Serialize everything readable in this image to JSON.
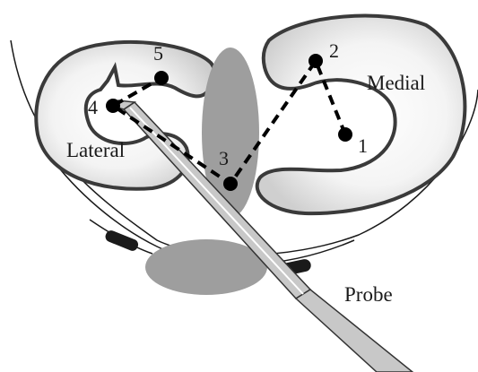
{
  "labels": {
    "medial": "Medial",
    "lateral": "Lateral",
    "probe": "Probe"
  },
  "points": {
    "p1": "1",
    "p2": "2",
    "p3": "3",
    "p4": "4",
    "p5": "5"
  },
  "colors": {
    "outline": "#3a3a3a",
    "gray_shape": "#9e9e9e",
    "probe_fill": "#c8c8c8",
    "point": "#000000"
  }
}
